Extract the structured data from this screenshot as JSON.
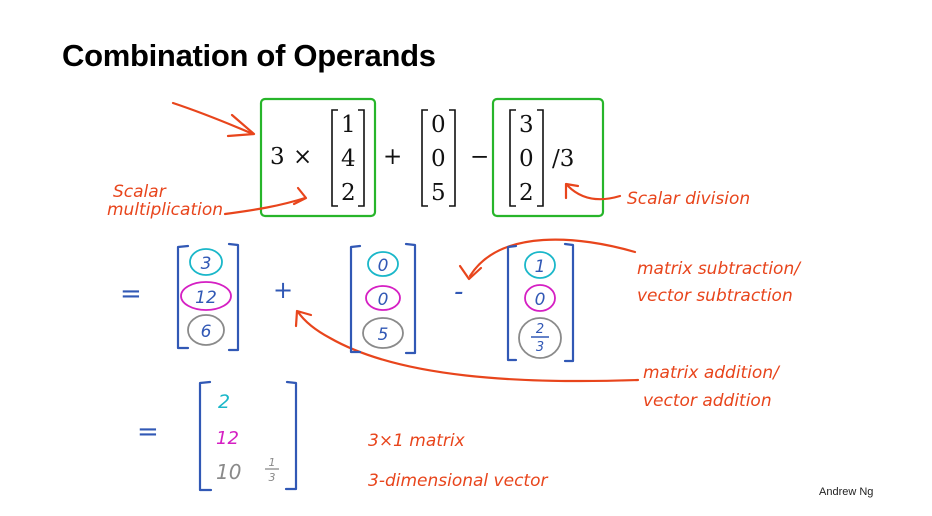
{
  "slide": {
    "title": "Combination of Operands",
    "footer": "Andrew Ng"
  },
  "expression": {
    "scalar": "3",
    "times": "×",
    "vector_a": [
      "1",
      "4",
      "2"
    ],
    "plus": "+",
    "vector_b": [
      "0",
      "0",
      "5"
    ],
    "minus": "−",
    "vector_c": [
      "3",
      "0",
      "2"
    ],
    "division": "/3"
  },
  "step1": {
    "equals": "=",
    "vector_a": [
      "3",
      "12",
      "6"
    ],
    "plus": "+",
    "vector_b": [
      "0",
      "0",
      "5"
    ],
    "minus": "-",
    "vector_c": [
      "1",
      "0",
      "2/3"
    ],
    "vector_c_fraction": {
      "numerator": "2",
      "denominator": "3"
    }
  },
  "step2": {
    "equals": "=",
    "result": [
      "2",
      "12",
      "10 1/3"
    ],
    "result_whole": "10",
    "result_fraction": {
      "numerator": "1",
      "denominator": "3"
    }
  },
  "annotations": {
    "scalar_multiplication": [
      "Scalar",
      "multiplication"
    ],
    "scalar_division": "Scalar division",
    "matrix_subtraction": [
      "matrix subtraction/",
      "vector subtraction"
    ],
    "matrix_addition": [
      "matrix addition/",
      "vector addition"
    ],
    "dimension_notes": [
      "3×1 matrix",
      "3-dimensional vector"
    ]
  },
  "colors": {
    "annotation_red": "#e8451c",
    "handwriting_blue": "#3158b5",
    "box_green": "#27b52a",
    "circle_cyan": "#1ab7c9",
    "circle_magenta": "#d51fc3",
    "circle_gray": "#8a8a8a"
  }
}
